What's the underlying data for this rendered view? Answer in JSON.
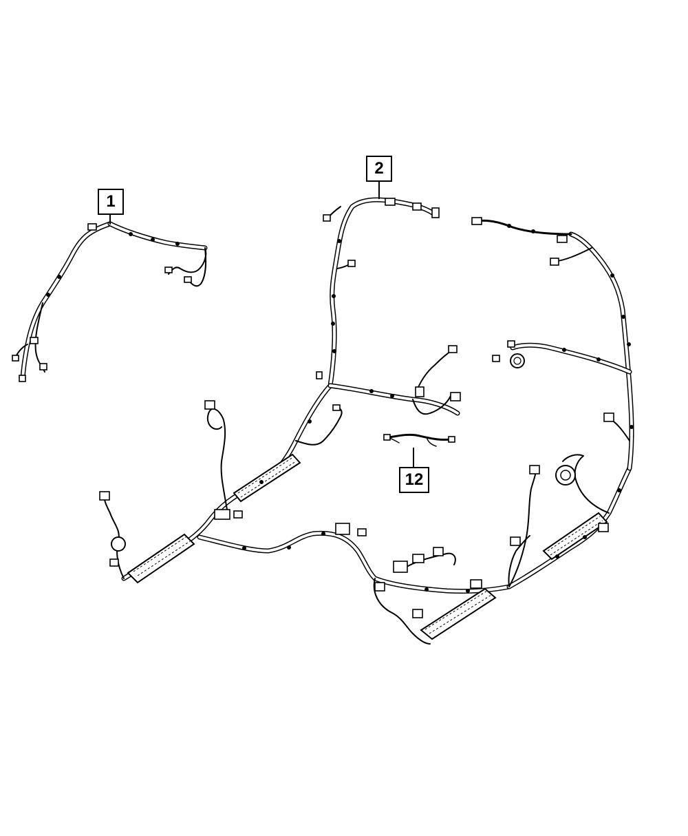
{
  "callouts": [
    {
      "label": "1"
    },
    {
      "label": "2"
    },
    {
      "label": "12"
    }
  ],
  "colors": {
    "line": "#000000",
    "background": "#ffffff"
  }
}
